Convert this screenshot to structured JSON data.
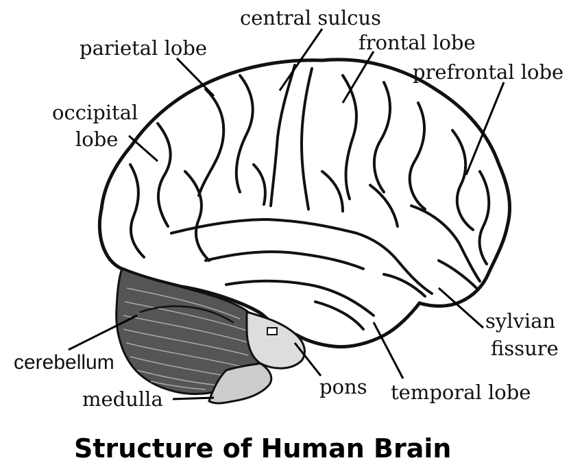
{
  "diagram": {
    "title": "Structure of Human Brain",
    "labels": {
      "central_sulcus": "central sulcus",
      "parietal_lobe": "parietal lobe",
      "frontal_lobe": "frontal lobe",
      "prefrontal_lobe": "prefrontal lobe",
      "occipital_lobe_line1": "occipital",
      "occipital_lobe_line2": "lobe",
      "sylvian_fissure_line1": "sylvian",
      "sylvian_fissure_line2": "fissure",
      "cerebellum": "cerebellum",
      "medulla": "medulla",
      "pons": "pons",
      "temporal_lobe": "temporal lobe"
    }
  }
}
